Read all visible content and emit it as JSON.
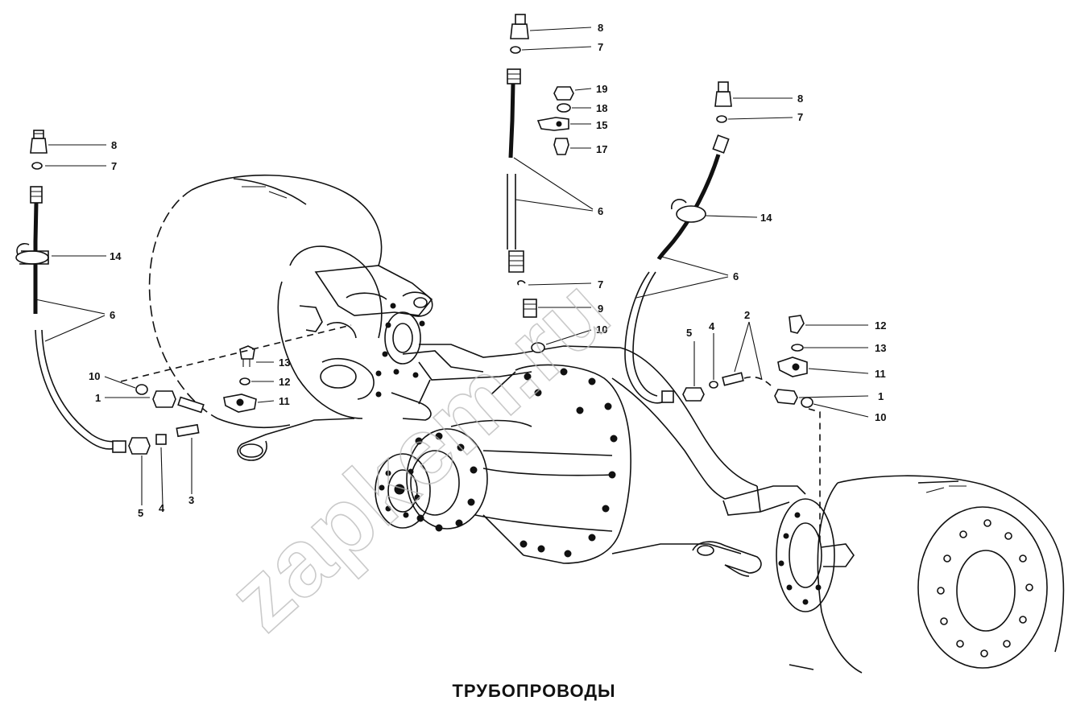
{
  "diagram": {
    "title": "ТРУБОПРОВОДЫ",
    "watermark": "zapkem.ru",
    "colors": {
      "line": "#111111",
      "background": "#ffffff",
      "watermark": "#b9b9b9"
    },
    "callouts": {
      "left_8": "8",
      "left_7": "7",
      "left_14": "14",
      "left_6": "6",
      "left_10": "10",
      "left_1": "1",
      "left_13": "13",
      "left_12": "12",
      "left_11": "11",
      "left_5": "5",
      "left_4": "4",
      "left_3": "3",
      "center_8": "8",
      "center_7_top": "7",
      "center_19": "19",
      "center_18": "18",
      "center_15": "15",
      "center_17": "17",
      "center_6": "6",
      "center_7_low": "7",
      "center_9": "9",
      "center_10": "10",
      "right_8": "8",
      "right_7": "7",
      "right_14": "14",
      "right_6": "6",
      "right_5": "5",
      "right_4": "4",
      "right_2": "2",
      "right_12": "12",
      "right_13": "13",
      "right_11": "11",
      "right_1": "1",
      "right_10": "10"
    }
  }
}
